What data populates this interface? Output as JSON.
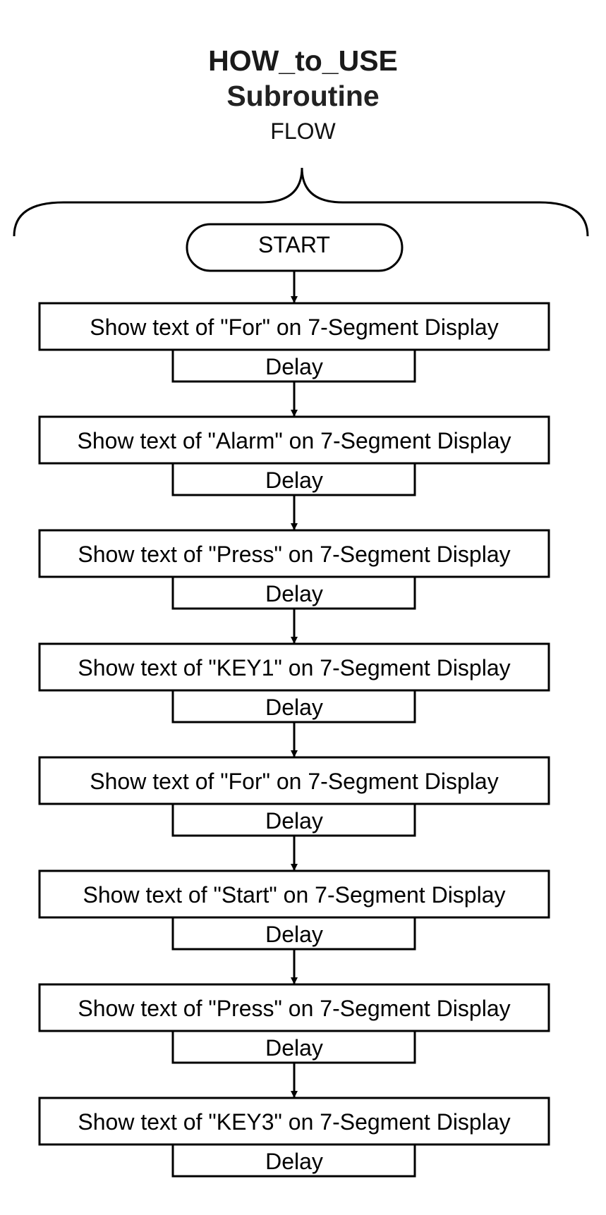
{
  "header": {
    "title": "HOW_to_USE",
    "subtitle": "Subroutine",
    "caption": "FLOW"
  },
  "flow": {
    "start_label": "START",
    "steps": [
      {
        "action": "Show text of \"For\" on 7-Segment Display",
        "delay": "Delay"
      },
      {
        "action": "Show text of \"Alarm\" on 7-Segment Display",
        "delay": "Delay"
      },
      {
        "action": "Show text of \"Press\" on 7-Segment Display",
        "delay": "Delay"
      },
      {
        "action": "Show text of \"KEY1\" on 7-Segment Display",
        "delay": "Delay"
      },
      {
        "action": "Show text of \"For\" on 7-Segment Display",
        "delay": "Delay"
      },
      {
        "action": "Show text of \"Start\" on 7-Segment Display",
        "delay": "Delay"
      },
      {
        "action": "Show text of \"Press\" on 7-Segment Display",
        "delay": "Delay"
      },
      {
        "action": "Show text of \"KEY3\" on 7-Segment Display",
        "delay": "Delay"
      }
    ]
  },
  "colors": {
    "stroke": "#000000",
    "background": "#ffffff"
  }
}
